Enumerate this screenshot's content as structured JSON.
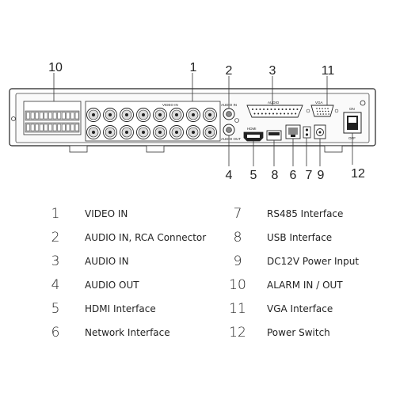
{
  "callouts": {
    "c1": "1",
    "c2": "2",
    "c3": "3",
    "c4": "4",
    "c5": "5",
    "c6": "6",
    "c7": "7",
    "c8": "8",
    "c9": "9",
    "c10": "10",
    "c11": "11",
    "c12": "12"
  },
  "panel_labels": {
    "video_in": "VIDEO IN",
    "audio_in_rca": "AUDIO IN",
    "audio_out": "AUDIO OUT",
    "audio": "AUDIO",
    "vga": "VGA",
    "hdmi": "HDMI",
    "on": "ON",
    "off": "OFF"
  },
  "legend": [
    {
      "num": "1",
      "label": "VIDEO IN"
    },
    {
      "num": "2",
      "label": "AUDIO IN, RCA Connector"
    },
    {
      "num": "3",
      "label": "AUDIO IN"
    },
    {
      "num": "4",
      "label": "AUDIO OUT"
    },
    {
      "num": "5",
      "label": "HDMI Interface"
    },
    {
      "num": "6",
      "label": "Network Interface"
    },
    {
      "num": "7",
      "label": "RS485 Interface"
    },
    {
      "num": "8",
      "label": "USB Interface"
    },
    {
      "num": "9",
      "label": "DC12V Power Input"
    },
    {
      "num": "10",
      "label": "ALARM IN / OUT"
    },
    {
      "num": "11",
      "label": "VGA Interface"
    },
    {
      "num": "12",
      "label": "Power Switch"
    }
  ]
}
